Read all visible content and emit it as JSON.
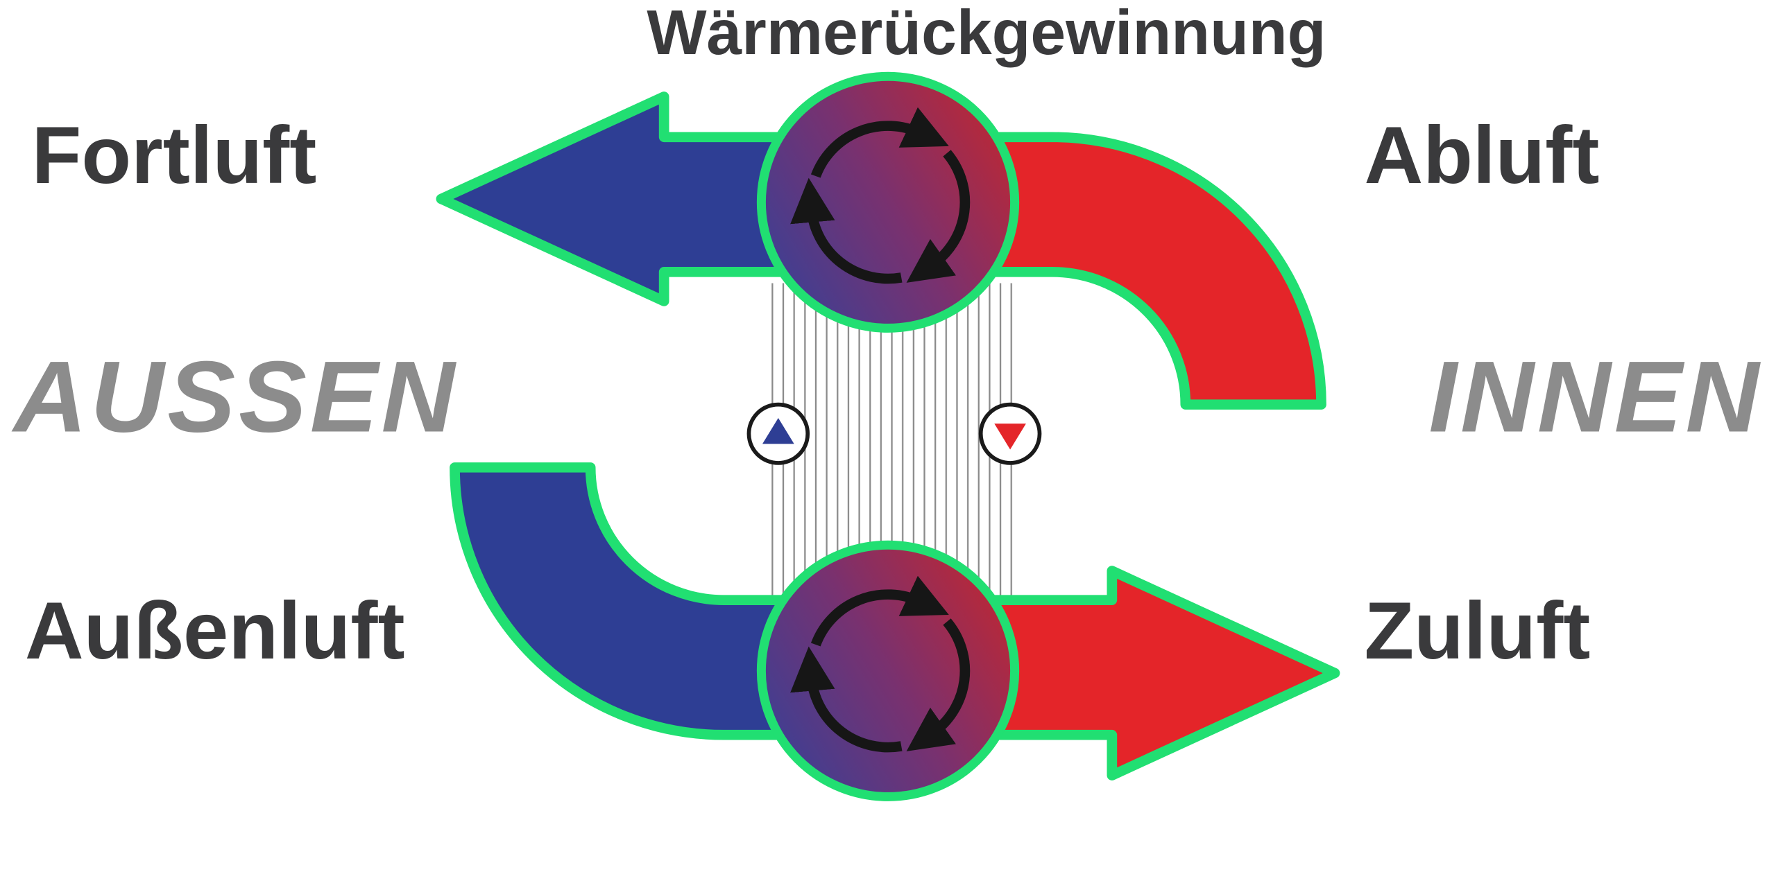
{
  "title": "Wärmerückgewinnung",
  "labels": {
    "fortluft": "Fortluft",
    "abluft": "Abluft",
    "aussenluft": "Außenluft",
    "zuluft": "Zuluft",
    "aussen": "AUSSEN",
    "innen": "INNEN"
  },
  "colors": {
    "cold_air_blue": "#2e3e94",
    "warm_air_red": "#e42529",
    "outline_green": "#21df72",
    "duct_label_dark": "#3a3a3c",
    "zone_label_gray": "#8c8c8c",
    "rotor_blend_blue": "#3b4095",
    "rotor_blend_purple": "#79316f",
    "rotor_blend_red": "#bf2733",
    "rotation_arrow_black": "#161616",
    "exchanger_line_gray": "#8a8a8a",
    "indicator_outline_black": "#1a1a1a",
    "indicator_up_blue": "#2e3e94",
    "indicator_down_red": "#e42529",
    "background_white": "#ffffff"
  },
  "icons": {
    "left_indicator": "triangle-up-icon",
    "right_indicator": "triangle-down-icon",
    "rotor": "rotation-arrows-icon"
  }
}
